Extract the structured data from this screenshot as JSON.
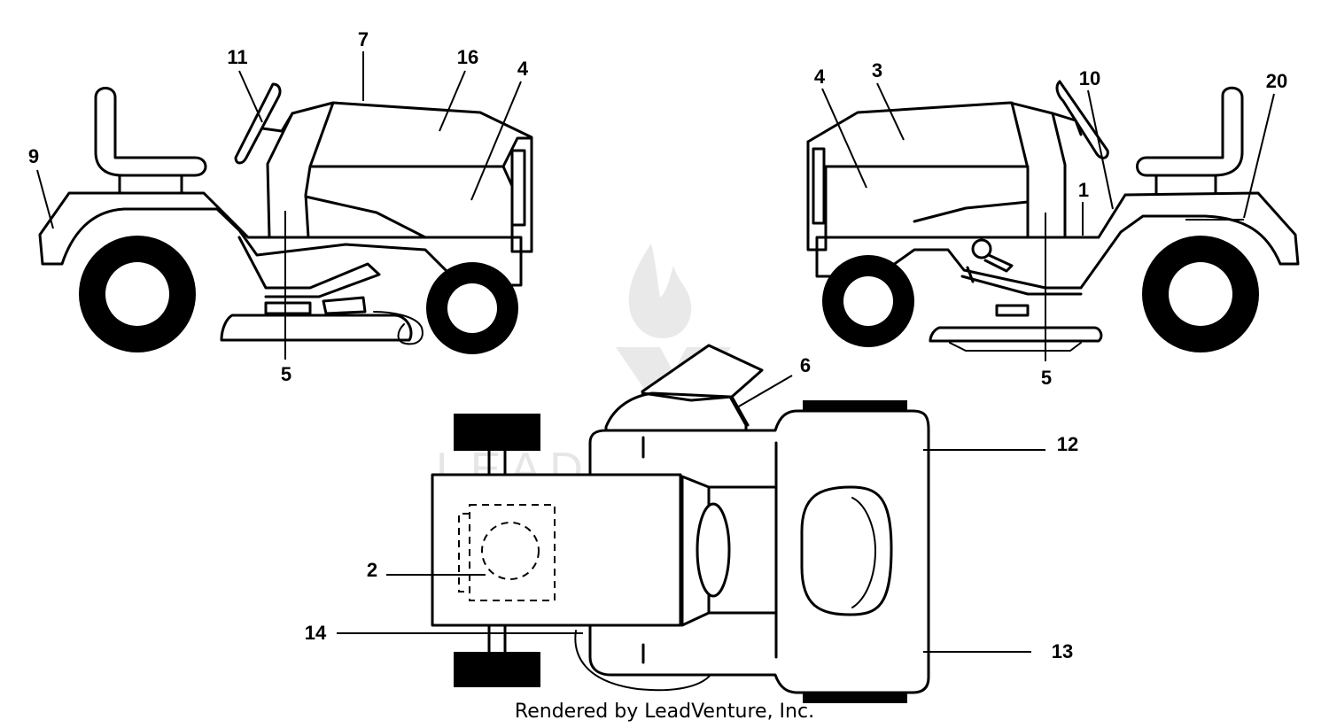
{
  "watermark": {
    "text": "LEADVENTURE"
  },
  "credit": "Rendered by LeadVenture, Inc.",
  "callouts": [
    {
      "id": "c11",
      "label": "11"
    },
    {
      "id": "c7",
      "label": "7"
    },
    {
      "id": "c16",
      "label": "16"
    },
    {
      "id": "c4a",
      "label": "4"
    },
    {
      "id": "c9",
      "label": "9"
    },
    {
      "id": "c5a",
      "label": "5"
    },
    {
      "id": "c4b",
      "label": "4"
    },
    {
      "id": "c3",
      "label": "3"
    },
    {
      "id": "c10",
      "label": "10"
    },
    {
      "id": "c20",
      "label": "20"
    },
    {
      "id": "c1",
      "label": "1"
    },
    {
      "id": "c5b",
      "label": "5"
    },
    {
      "id": "c6",
      "label": "6"
    },
    {
      "id": "c12",
      "label": "12"
    },
    {
      "id": "c2",
      "label": "2"
    },
    {
      "id": "c14",
      "label": "14"
    },
    {
      "id": "c13",
      "label": "13"
    }
  ]
}
